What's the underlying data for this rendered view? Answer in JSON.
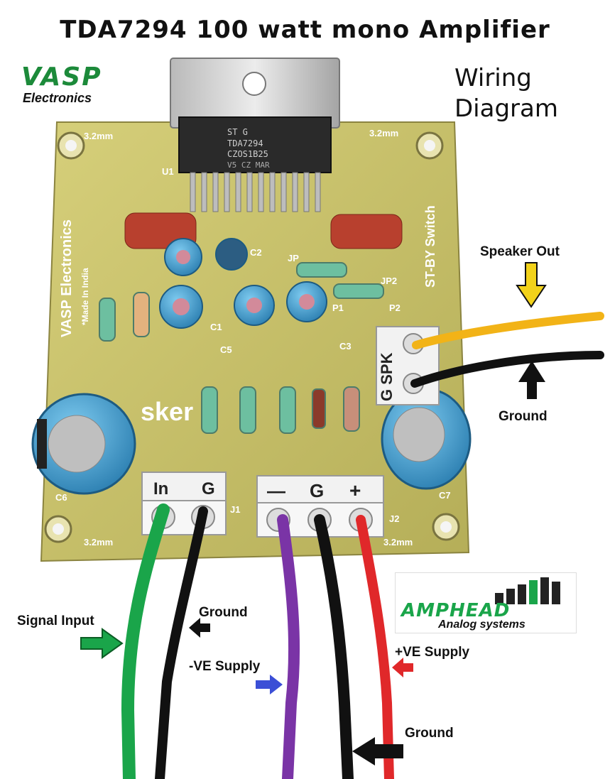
{
  "title": "TDA7294 100 watt mono Amplifier",
  "heading": {
    "line1": "Wiring",
    "line2": "Diagram"
  },
  "vasp_logo": {
    "name": "VASP",
    "sub": "Electronics"
  },
  "amphead_logo": {
    "name": "AMPHEAD",
    "sub": "Analog systems"
  },
  "board": {
    "mounting_hole_label": "3.2mm",
    "chip_ref": "U1",
    "chip_text": [
      "ST G",
      "TDA7294",
      "CZOS1B25",
      "V5 CZ MAR"
    ],
    "side_text_left": "VASP Electronics",
    "made_in": "*Made In India",
    "side_text_right": "ST-BY Switch",
    "brand_fragment": "sker",
    "in_header": {
      "in": "In",
      "g": "G",
      "ref": "J1"
    },
    "power_header": {
      "minus": "—",
      "g": "G",
      "plus": "+",
      "ref": "J2"
    },
    "spk_header": {
      "text": "G SPK"
    },
    "refs": {
      "c1": "C1",
      "c2": "C2",
      "c3": "C3",
      "c5": "C5",
      "jp": "JP",
      "p1": "P1",
      "p2": "P2",
      "jp2": "JP2",
      "c6": "C6",
      "c7": "C7"
    }
  },
  "labels": {
    "speaker_out": "Speaker Out",
    "ground_right": "Ground",
    "signal_input": "Signal Input",
    "ground_left": "Ground",
    "ve_minus": "-VE Supply",
    "ve_plus": "+VE Supply",
    "ground_bottom": "Ground"
  },
  "colors": {
    "pcb": "#c9c26a",
    "wire_green": "#1aa54a",
    "wire_black": "#111111",
    "wire_purple": "#7a34a6",
    "wire_red": "#e0282a",
    "wire_yellow": "#f2b317",
    "cap_blue": "#4aa3d4"
  }
}
